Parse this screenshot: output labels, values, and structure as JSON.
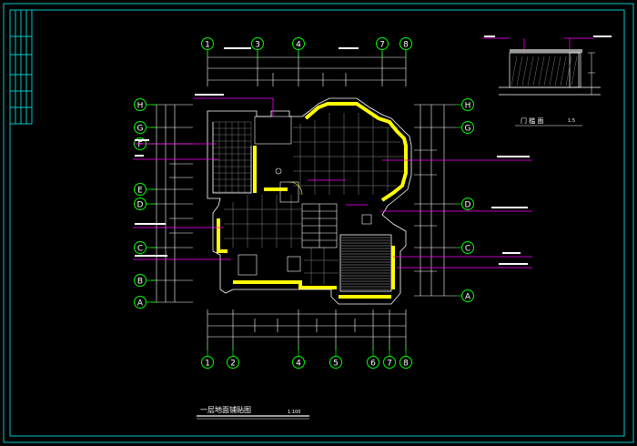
{
  "colors": {
    "background": "#000000",
    "frame": "#00c8c8",
    "wall": "#ffff00",
    "line": "#ffffff",
    "leader": "#ff00ff",
    "grid_bubble": "#00ff00",
    "dim": "#00ff00",
    "text": "#ffffff"
  },
  "axes_top": [
    "1",
    "3",
    "4",
    "7",
    "8"
  ],
  "axes_bottom": [
    "1",
    "2",
    "4",
    "5",
    "6",
    "7",
    "8"
  ],
  "axes_left": [
    "H",
    "G",
    "F",
    "E",
    "D",
    "C",
    "B",
    "A"
  ],
  "axes_right": [
    "H",
    "G",
    "D",
    "C",
    "A"
  ],
  "drawing_title": "一层地面铺贴图",
  "drawing_scale": "1:100",
  "detail_title": "门 槛 面",
  "detail_scale": "1:5"
}
